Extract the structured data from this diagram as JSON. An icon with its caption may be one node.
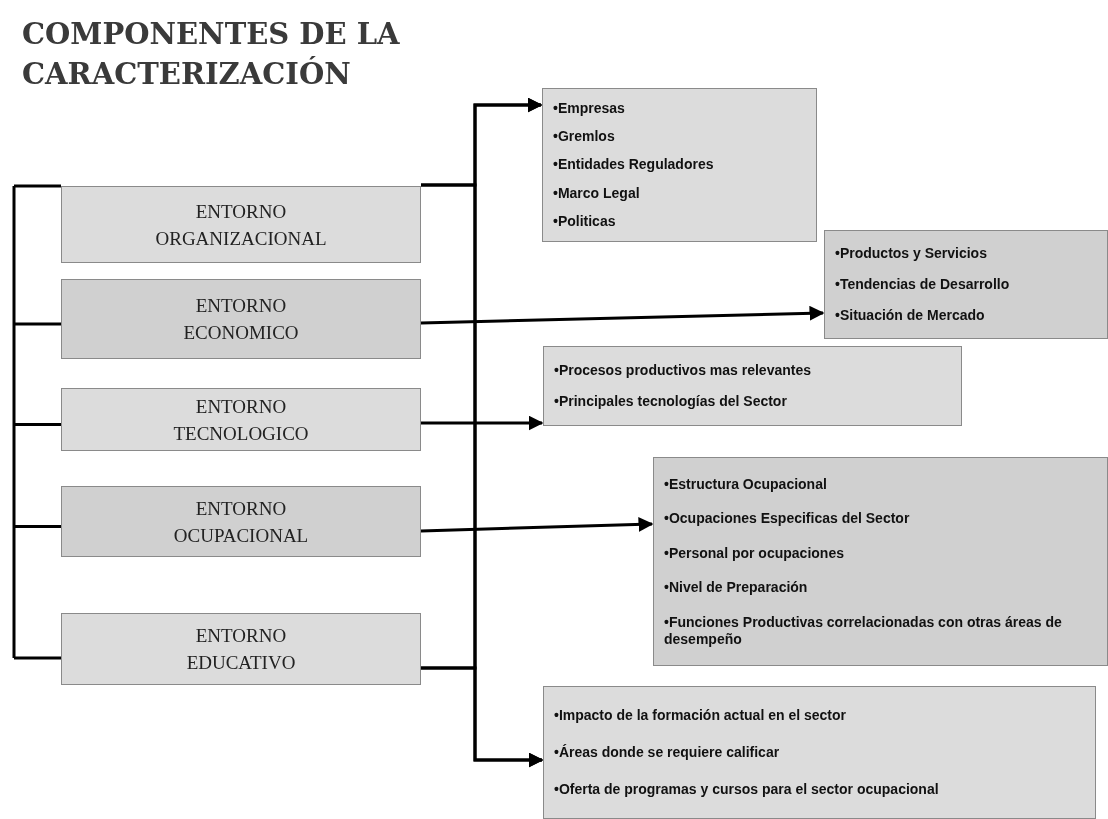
{
  "diagram": {
    "title": "COMPONENTES DE LA CARACTERIZACIÓN",
    "nodes": [
      {
        "text": [
          "ENTORNO ORGANIZACIONAL"
        ]
      },
      {
        "text": [
          "ENTORNO ECONOMICO"
        ]
      },
      {
        "text": [
          "ENTORNO TECNOLOGICO"
        ]
      },
      {
        "text": [
          "ENTORNO OCUPACIONAL"
        ]
      },
      {
        "text": [
          "ENTORNO EDUCATIVO"
        ]
      },
      {
        "text": [
          "•Empresas",
          "•Gremlos",
          "•Entidades Reguladores",
          "•Marco Legal",
          "•Politicas"
        ]
      },
      {
        "text": [
          "•Productos y Servicios",
          "•Tendencias de Desarrollo",
          "•Situación de Mercado"
        ]
      },
      {
        "text": [
          "•Procesos productivos mas relevantes",
          "•Principales tecnologías del Sector"
        ]
      },
      {
        "text": [
          "•Estructura Ocupacional",
          "•Ocupaciones Especificas del Sector",
          "•Personal por ocupaciones",
          "•Nivel de Preparación",
          "•Funciones Productivas correlacionadas con otras áreas de desempeño"
        ]
      },
      {
        "text": [
          "•Impacto de la formación actual en el sector",
          "•Áreas donde se requiere calificar",
          "•Oferta de programas y cursos para el sector ocupacional"
        ]
      }
    ],
    "edges": [
      {
        "from": 0,
        "to": 5,
        "arrow": "to"
      },
      {
        "from": 1,
        "to": 6,
        "arrow": "to"
      },
      {
        "from": 2,
        "to": 7,
        "arrow": "to"
      },
      {
        "from": 3,
        "to": 8,
        "arrow": "to"
      },
      {
        "from": 4,
        "to": 9,
        "arrow": "to"
      },
      {
        "from": 0,
        "to": 9,
        "arrow": "to"
      },
      {
        "from": 4,
        "to": 5,
        "arrow": "to"
      }
    ]
  }
}
